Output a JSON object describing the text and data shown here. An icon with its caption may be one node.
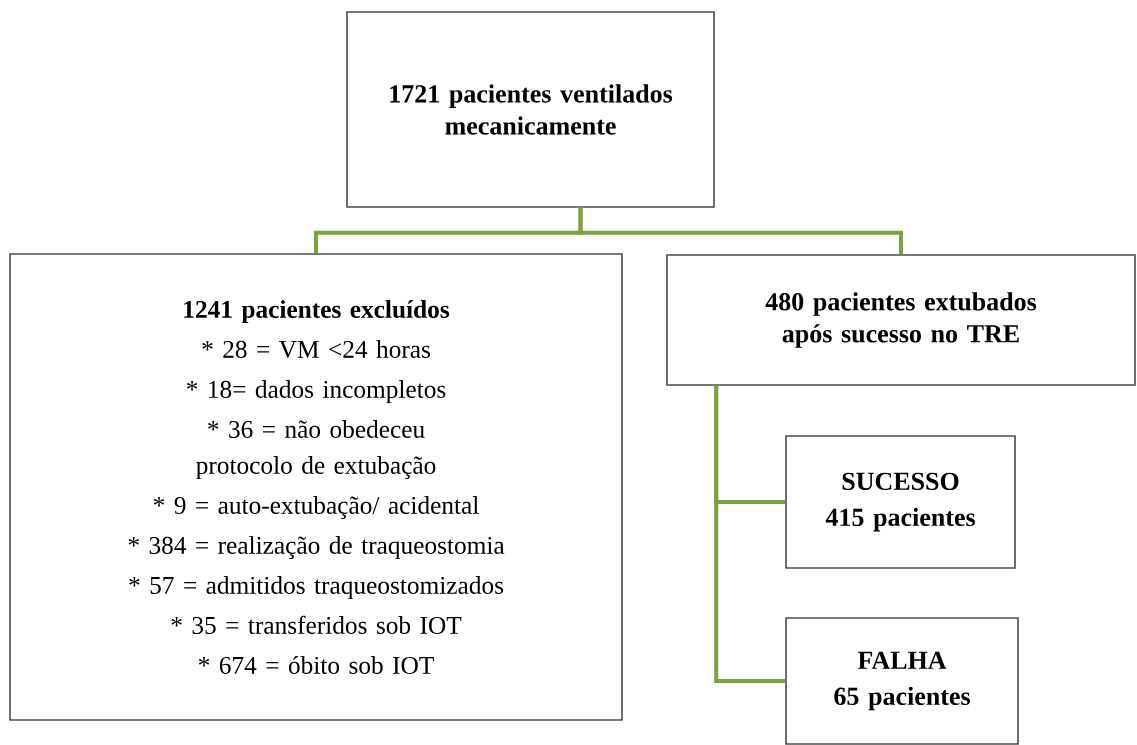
{
  "diagram": {
    "nodes": [
      {
        "text": [
          "1721 pacientes ventilados mecanicamente"
        ]
      },
      {
        "text": [
          "1241 pacientes excluídos",
          "* 28 = VM <24 horas",
          "* 18= dados incompletos",
          "* 36 = não obedeceu protocolo de extubação",
          "* 9 = auto-extubação/ acidental",
          "* 384 = realização de traqueostomia",
          "* 57 = admitidos traqueostomizados",
          "* 35 = transferidos sob IOT",
          "* 674 = óbito sob IOT"
        ]
      },
      {
        "text": [
          "480 pacientes extubados após sucesso no TRE"
        ]
      },
      {
        "text": [
          "SUCESSO",
          "415 pacientes"
        ]
      },
      {
        "text": [
          "FALHA",
          "65 pacientes"
        ]
      }
    ],
    "edges": [
      {
        "from": 0,
        "to": 1,
        "arrow": "none"
      },
      {
        "from": 0,
        "to": 2,
        "arrow": "none"
      },
      {
        "from": 2,
        "to": 3,
        "arrow": "none"
      },
      {
        "from": 2,
        "to": 4,
        "arrow": "none"
      }
    ]
  }
}
